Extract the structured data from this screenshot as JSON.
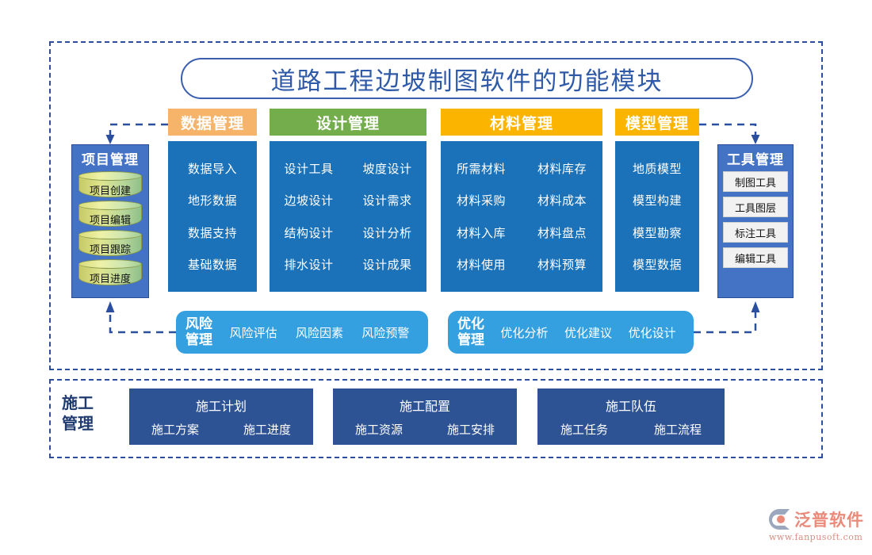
{
  "title": "道路工程边坡制图软件的功能模块",
  "categories": [
    {
      "id": "data",
      "header": "数据管理",
      "header_color": "#f6b46a",
      "columns": 1,
      "items": [
        "数据导入",
        "地形数据",
        "数据支持",
        "基础数据"
      ]
    },
    {
      "id": "design",
      "header": "设计管理",
      "header_color": "#74ad4c",
      "columns": 2,
      "items": [
        "设计工具",
        "坡度设计",
        "边坡设计",
        "设计需求",
        "结构设计",
        "设计分析",
        "排水设计",
        "设计成果"
      ]
    },
    {
      "id": "material",
      "header": "材料管理",
      "header_color": "#fbb500",
      "columns": 2,
      "items": [
        "所需材料",
        "材料库存",
        "材料采购",
        "材料成本",
        "材料入库",
        "材料盘点",
        "材料使用",
        "材料预算"
      ]
    },
    {
      "id": "model",
      "header": "模型管理",
      "header_color": "#fbb500",
      "columns": 1,
      "items": [
        "地质模型",
        "模型构建",
        "模型勘察",
        "模型数据"
      ]
    }
  ],
  "project_panel": {
    "title": "项目管理",
    "items": [
      "项目创建",
      "项目编辑",
      "项目跟踪",
      "项目进度"
    ]
  },
  "tool_panel": {
    "title": "工具管理",
    "items": [
      "制图工具",
      "工具图层",
      "标注工具",
      "编辑工具"
    ]
  },
  "risk": {
    "title_line1": "风险",
    "title_line2": "管理",
    "items": [
      "风险评估",
      "风险因素",
      "风险预警"
    ]
  },
  "optimization": {
    "title_line1": "优化",
    "title_line2": "管理",
    "items": [
      "优化分析",
      "优化建议",
      "优化设计"
    ]
  },
  "construction": {
    "label_line1": "施工",
    "label_line2": "管理",
    "groups": [
      {
        "title": "施工计划",
        "items": [
          "施工方案",
          "施工进度"
        ]
      },
      {
        "title": "施工配置",
        "items": [
          "施工资源",
          "施工安排"
        ]
      },
      {
        "title": "施工队伍",
        "items": [
          "施工任务",
          "施工流程"
        ]
      }
    ]
  },
  "watermark": {
    "brand": "泛普软件",
    "url": "www.fanpusoft.com"
  },
  "colors": {
    "frame_dash": "#2b4f9e",
    "column_blue": "#1b72b8",
    "panel_blue": "#4472c4",
    "pill_blue": "#34a0e0",
    "construction_blue": "#2e5395",
    "title_text": "#2f5aa8"
  }
}
